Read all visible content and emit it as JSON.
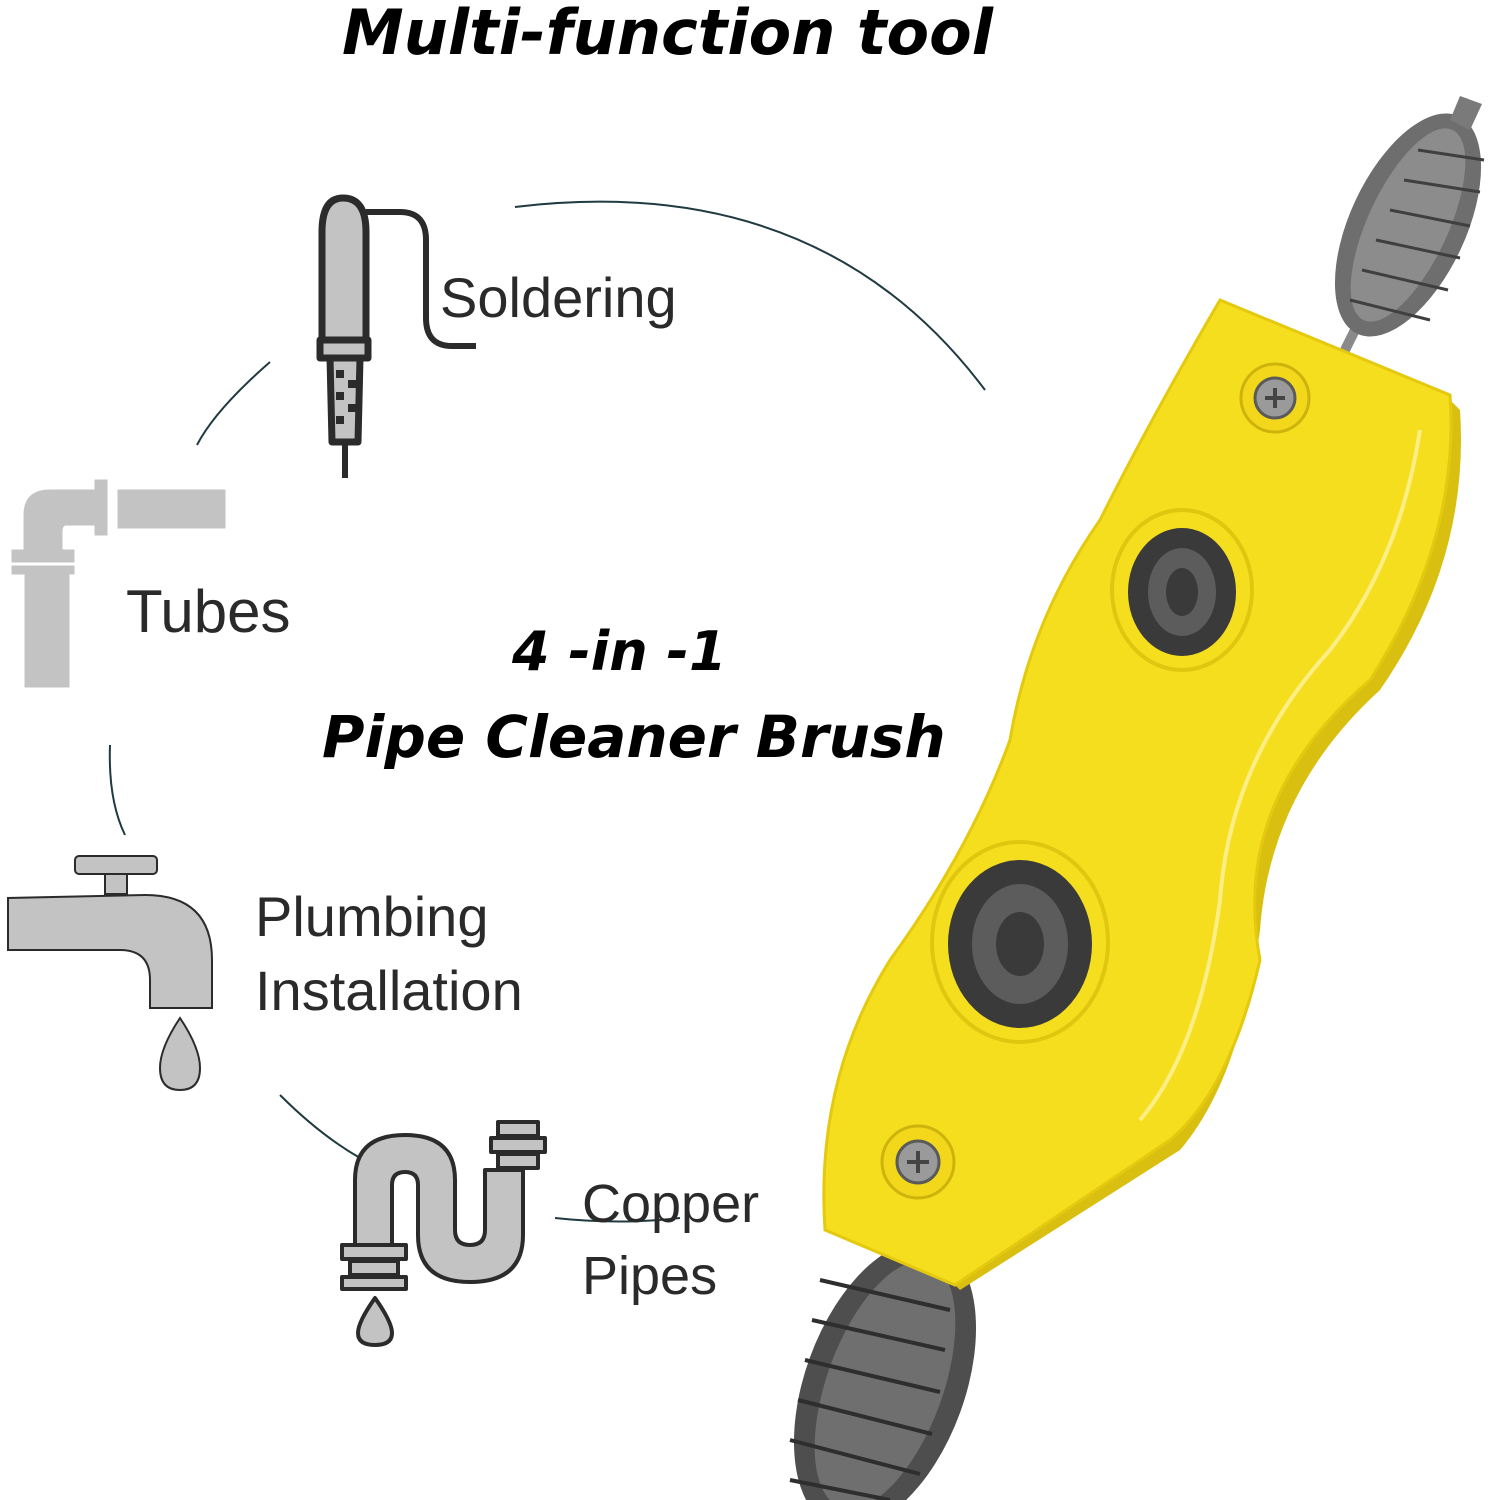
{
  "title": "Multi-function tool",
  "center_heading": {
    "line1": "4  -in  -1",
    "line2": "Pipe  Cleaner  Brush"
  },
  "uses": [
    {
      "label": "Soldering",
      "icon": "soldering-iron-icon"
    },
    {
      "label": "Tubes",
      "icon": "elbow-pipe-icon"
    },
    {
      "label_line1": "Plumbing",
      "label_line2": "Installation",
      "icon": "faucet-icon"
    },
    {
      "label_line1": "Copper",
      "label_line2": "Pipes",
      "icon": "p-trap-pipe-icon"
    }
  ],
  "colors": {
    "tool_body": "#f5de1e",
    "icon_fill": "#c3c3c3",
    "icon_stroke": "#2b2b2b",
    "bristles": "#555555"
  }
}
